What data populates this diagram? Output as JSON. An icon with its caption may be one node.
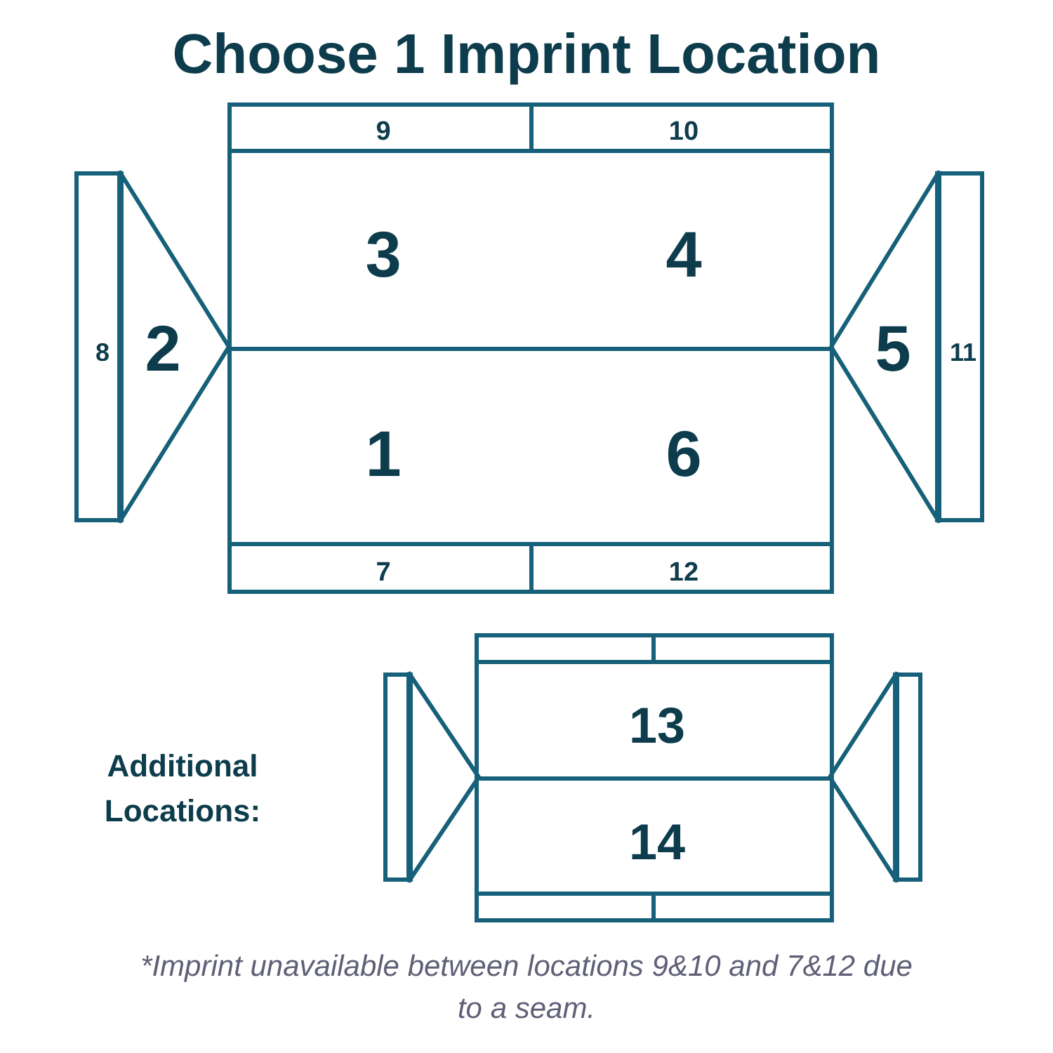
{
  "diagram": {
    "title": "Choose 1 Imprint Location",
    "nodes": [
      {
        "text": [
          "9"
        ]
      },
      {
        "text": [
          "10"
        ]
      },
      {
        "text": [
          "8"
        ]
      },
      {
        "text": [
          "2"
        ]
      },
      {
        "text": [
          "3",
          "4"
        ]
      },
      {
        "text": [
          "5"
        ]
      },
      {
        "text": [
          "11"
        ]
      },
      {
        "text": [
          "1",
          "6"
        ]
      },
      {
        "text": [
          "7"
        ]
      },
      {
        "text": [
          "12"
        ]
      },
      {
        "text": [],
        "shape": "box"
      },
      {
        "text": [],
        "shape": "box"
      },
      {
        "text": [],
        "shape": "box"
      },
      {
        "text": [],
        "shape": "triangle"
      },
      {
        "text": [
          "13"
        ]
      },
      {
        "text": [],
        "shape": "triangle"
      },
      {
        "text": [],
        "shape": "box"
      },
      {
        "text": [
          "14"
        ]
      },
      {
        "text": [],
        "shape": "box"
      },
      {
        "text": [],
        "shape": "box"
      }
    ],
    "labels": [
      "Additional Locations:"
    ],
    "caption": "*Imprint unavailable between locations 9&10 and 7&12 due to a seam."
  }
}
